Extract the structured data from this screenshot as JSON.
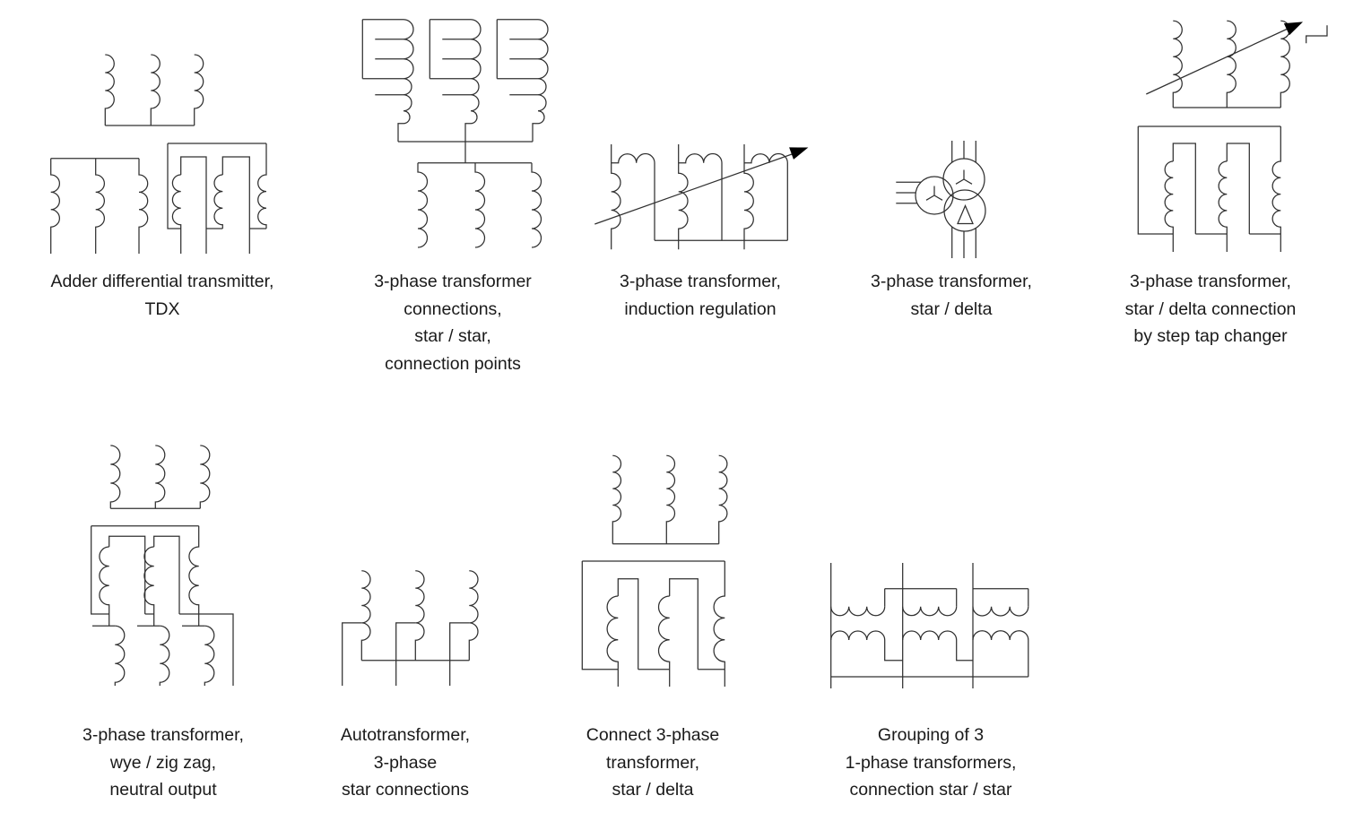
{
  "page": {
    "background_color": "#ffffff",
    "line_color": "#303030",
    "text_color": "#1a1a1a",
    "description_rows": 2
  },
  "symbols": [
    {
      "id": "adder-differential-transmitter-tdx",
      "label_lines": [
        "Adder differential transmitter,",
        "TDX"
      ]
    },
    {
      "id": "3-phase-transformer-connections-star-star-connection-points",
      "label_lines": [
        "3-phase transformer",
        "connections,",
        "star / star,",
        "connection points"
      ]
    },
    {
      "id": "3-phase-transformer-induction-regulation",
      "label_lines": [
        "3-phase transformer,",
        "induction regulation"
      ]
    },
    {
      "id": "3-phase-transformer-star-delta",
      "label_lines": [
        "3-phase transformer,",
        "star / delta"
      ]
    },
    {
      "id": "3-phase-transformer-star-delta-connection-by-step-tap-changer",
      "label_lines": [
        "3-phase transformer,",
        "star / delta connection",
        "by step tap changer"
      ]
    },
    {
      "id": "3-phase-transformer-wye-zig-zag-neutral-output",
      "label_lines": [
        "3-phase transformer,",
        "wye / zig zag,",
        "neutral output"
      ]
    },
    {
      "id": "autotransformer-3-phase-star-connections",
      "label_lines": [
        "Autotransformer,",
        "3-phase",
        "star connections"
      ]
    },
    {
      "id": "connect-3-phase-transformer-star-delta",
      "label_lines": [
        "Connect 3-phase",
        "transformer,",
        "star / delta"
      ]
    },
    {
      "id": "grouping-of-3-1-phase-transformers-connection-star-star",
      "label_lines": [
        "Grouping of 3",
        "1-phase transformers,",
        "connection star / star"
      ]
    }
  ]
}
